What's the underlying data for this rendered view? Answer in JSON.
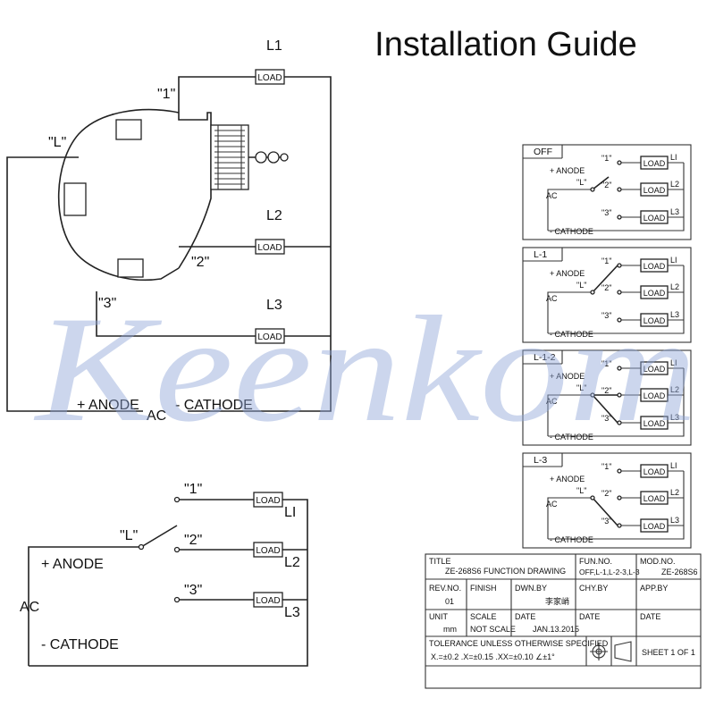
{
  "header": {
    "title": "Installation Guide"
  },
  "watermark": {
    "text": "Keenkom"
  },
  "main_diagram": {
    "terminals": {
      "L": "\"L\"",
      "one": "\"1\"",
      "two": "\"2\"",
      "three": "\"3\""
    },
    "circuits": [
      "L1",
      "L2",
      "L3"
    ],
    "load_label": "LOAD",
    "anode": "+ ANODE",
    "ac": "AC",
    "cathode": "- CATHODE"
  },
  "schematic": {
    "terminals": {
      "L": "\"L\"",
      "one": "\"1\"",
      "two": "\"2\"",
      "three": "\"3\""
    },
    "outputs": [
      "LI",
      "L2",
      "L3"
    ],
    "load_label": "LOAD",
    "anode": "+ ANODE",
    "ac": "AC",
    "cathode": "- CATHODE"
  },
  "function_panels": [
    {
      "name": "OFF",
      "position": "off"
    },
    {
      "name": "L-1",
      "position": "1"
    },
    {
      "name": "L-1-2",
      "position": "12"
    },
    {
      "name": "L-3",
      "position": "3"
    }
  ],
  "panel_labels": {
    "L": "\"L\"",
    "one": "\"1\"",
    "two": "\"2\"",
    "three": "\"3\"",
    "outputs": [
      "LI",
      "L2",
      "L3"
    ],
    "load": "LOAD",
    "anode": "+ ANODE",
    "ac": "AC",
    "cathode": "- CATHODE"
  },
  "title_block": {
    "title_label": "TITLE",
    "title_value": "ZE-268S6 FUNCTION DRAWING",
    "fun_no_label": "FUN.NO.",
    "fun_no_value": "OFF,L-1,L-2-3,L-3",
    "mod_no_label": "MOD.NO.",
    "mod_no_value": "ZE-268S6",
    "rev_label": "REV.NO.",
    "rev_value": "01",
    "finish_label": "FINISH",
    "dwn_label": "DWN.BY",
    "dwn_value": "李家峭",
    "chk_label": "CHY.BY",
    "app_label": "APP.BY",
    "unit_label": "UNIT",
    "unit_value": "mm",
    "scale_label": "SCALE",
    "scale_value": "NOT SCALE",
    "date_label": "DATE",
    "date_value": "JAN.13.2015",
    "tolerance_label": "TOLERANCE UNLESS OTHERWISE SPECIFIED",
    "tolerance_values": "X.=±0.2   .X=±0.15   .XX=±0.10   ∠±1°",
    "sheet": "SHEET 1 OF 1"
  }
}
